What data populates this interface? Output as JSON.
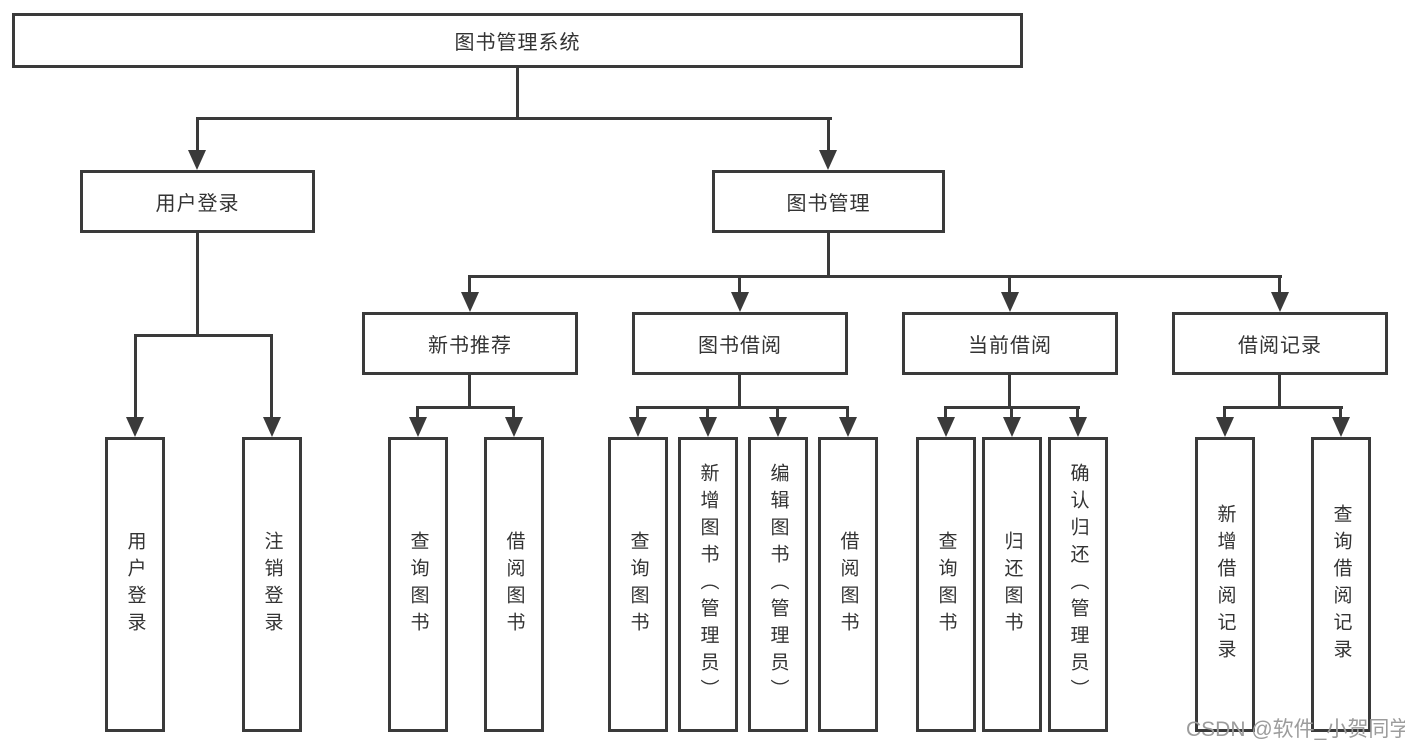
{
  "diagram_title": "图书管理系统",
  "colors": {
    "line": "#3a3a3a",
    "text": "#333333",
    "background": "#ffffff",
    "watermark": "#9c9c9c"
  },
  "root": {
    "label": "图书管理系统"
  },
  "level2": [
    {
      "id": "user-login",
      "label": "用户登录"
    },
    {
      "id": "book-management",
      "label": "图书管理"
    }
  ],
  "level3": [
    {
      "id": "new-book-recommend",
      "parent": "图书管理",
      "label": "新书推荐"
    },
    {
      "id": "book-borrowing",
      "parent": "图书管理",
      "label": "图书借阅"
    },
    {
      "id": "current-borrowing",
      "parent": "图书管理",
      "label": "当前借阅"
    },
    {
      "id": "borrowing-records",
      "parent": "图书管理",
      "label": "借阅记录"
    }
  ],
  "leaves": [
    {
      "parent": "用户登录",
      "label": "用户登录"
    },
    {
      "parent": "用户登录",
      "label": "注销登录"
    },
    {
      "parent": "新书推荐",
      "label": "查询图书"
    },
    {
      "parent": "新书推荐",
      "label": "借阅图书"
    },
    {
      "parent": "图书借阅",
      "label": "查询图书"
    },
    {
      "parent": "图书借阅",
      "label": "新增图书（管理员）"
    },
    {
      "parent": "图书借阅",
      "label": "编辑图书（管理员）"
    },
    {
      "parent": "图书借阅",
      "label": "借阅图书"
    },
    {
      "parent": "当前借阅",
      "label": "查询图书"
    },
    {
      "parent": "当前借阅",
      "label": "归还图书"
    },
    {
      "parent": "当前借阅",
      "label": "确认归还（管理员）"
    },
    {
      "parent": "借阅记录",
      "label": "新增借阅记录"
    },
    {
      "parent": "借阅记录",
      "label": "查询借阅记录"
    }
  ],
  "watermark": "CSDN @软件_小贺同学"
}
